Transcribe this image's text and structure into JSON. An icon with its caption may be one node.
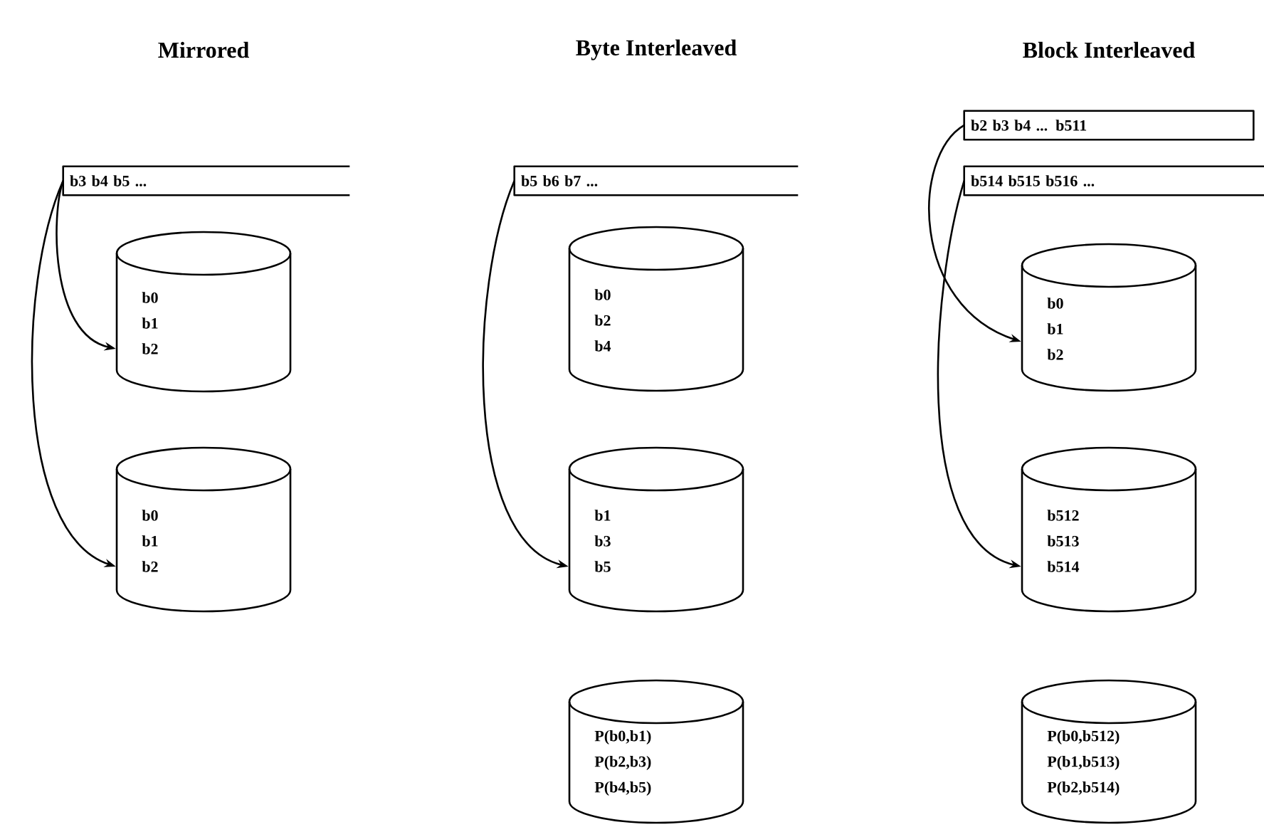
{
  "diagram": {
    "labels": [
      "Mirrored",
      "Byte Interleaved",
      "Block Interleaved"
    ],
    "nodes": [
      {
        "text": [
          "b3 b4 b5 ..."
        ]
      },
      {
        "text": [
          "b0",
          "b1",
          "b2"
        ]
      },
      {
        "text": [
          "b0",
          "b1",
          "b2"
        ]
      },
      {
        "text": [
          "b5 b6 b7 ..."
        ]
      },
      {
        "text": [
          "b0",
          "b2",
          "b4"
        ]
      },
      {
        "text": [
          "b1",
          "b3",
          "b5"
        ]
      },
      {
        "text": [
          "P(b0,b1)",
          "P(b2,b3)",
          "P(b4,b5)"
        ]
      },
      {
        "text": [
          "b2 b3 b4 ... b511"
        ]
      },
      {
        "text": [
          "b514 b515 b516 ..."
        ]
      },
      {
        "text": [
          "b0",
          "b1",
          "b2"
        ]
      },
      {
        "text": [
          "b512",
          "b513",
          "b514"
        ]
      },
      {
        "text": [
          "P(b0,b512)",
          "P(b1,b513)",
          "P(b2,b514)"
        ]
      }
    ],
    "edges": [
      {
        "from": 0,
        "to": 1,
        "arrow": "to"
      },
      {
        "from": 0,
        "to": 2,
        "arrow": "to"
      },
      {
        "from": 3,
        "to": 5,
        "arrow": "to"
      },
      {
        "from": 7,
        "to": 9,
        "arrow": "to"
      },
      {
        "from": 8,
        "to": 10,
        "arrow": "to"
      }
    ]
  }
}
